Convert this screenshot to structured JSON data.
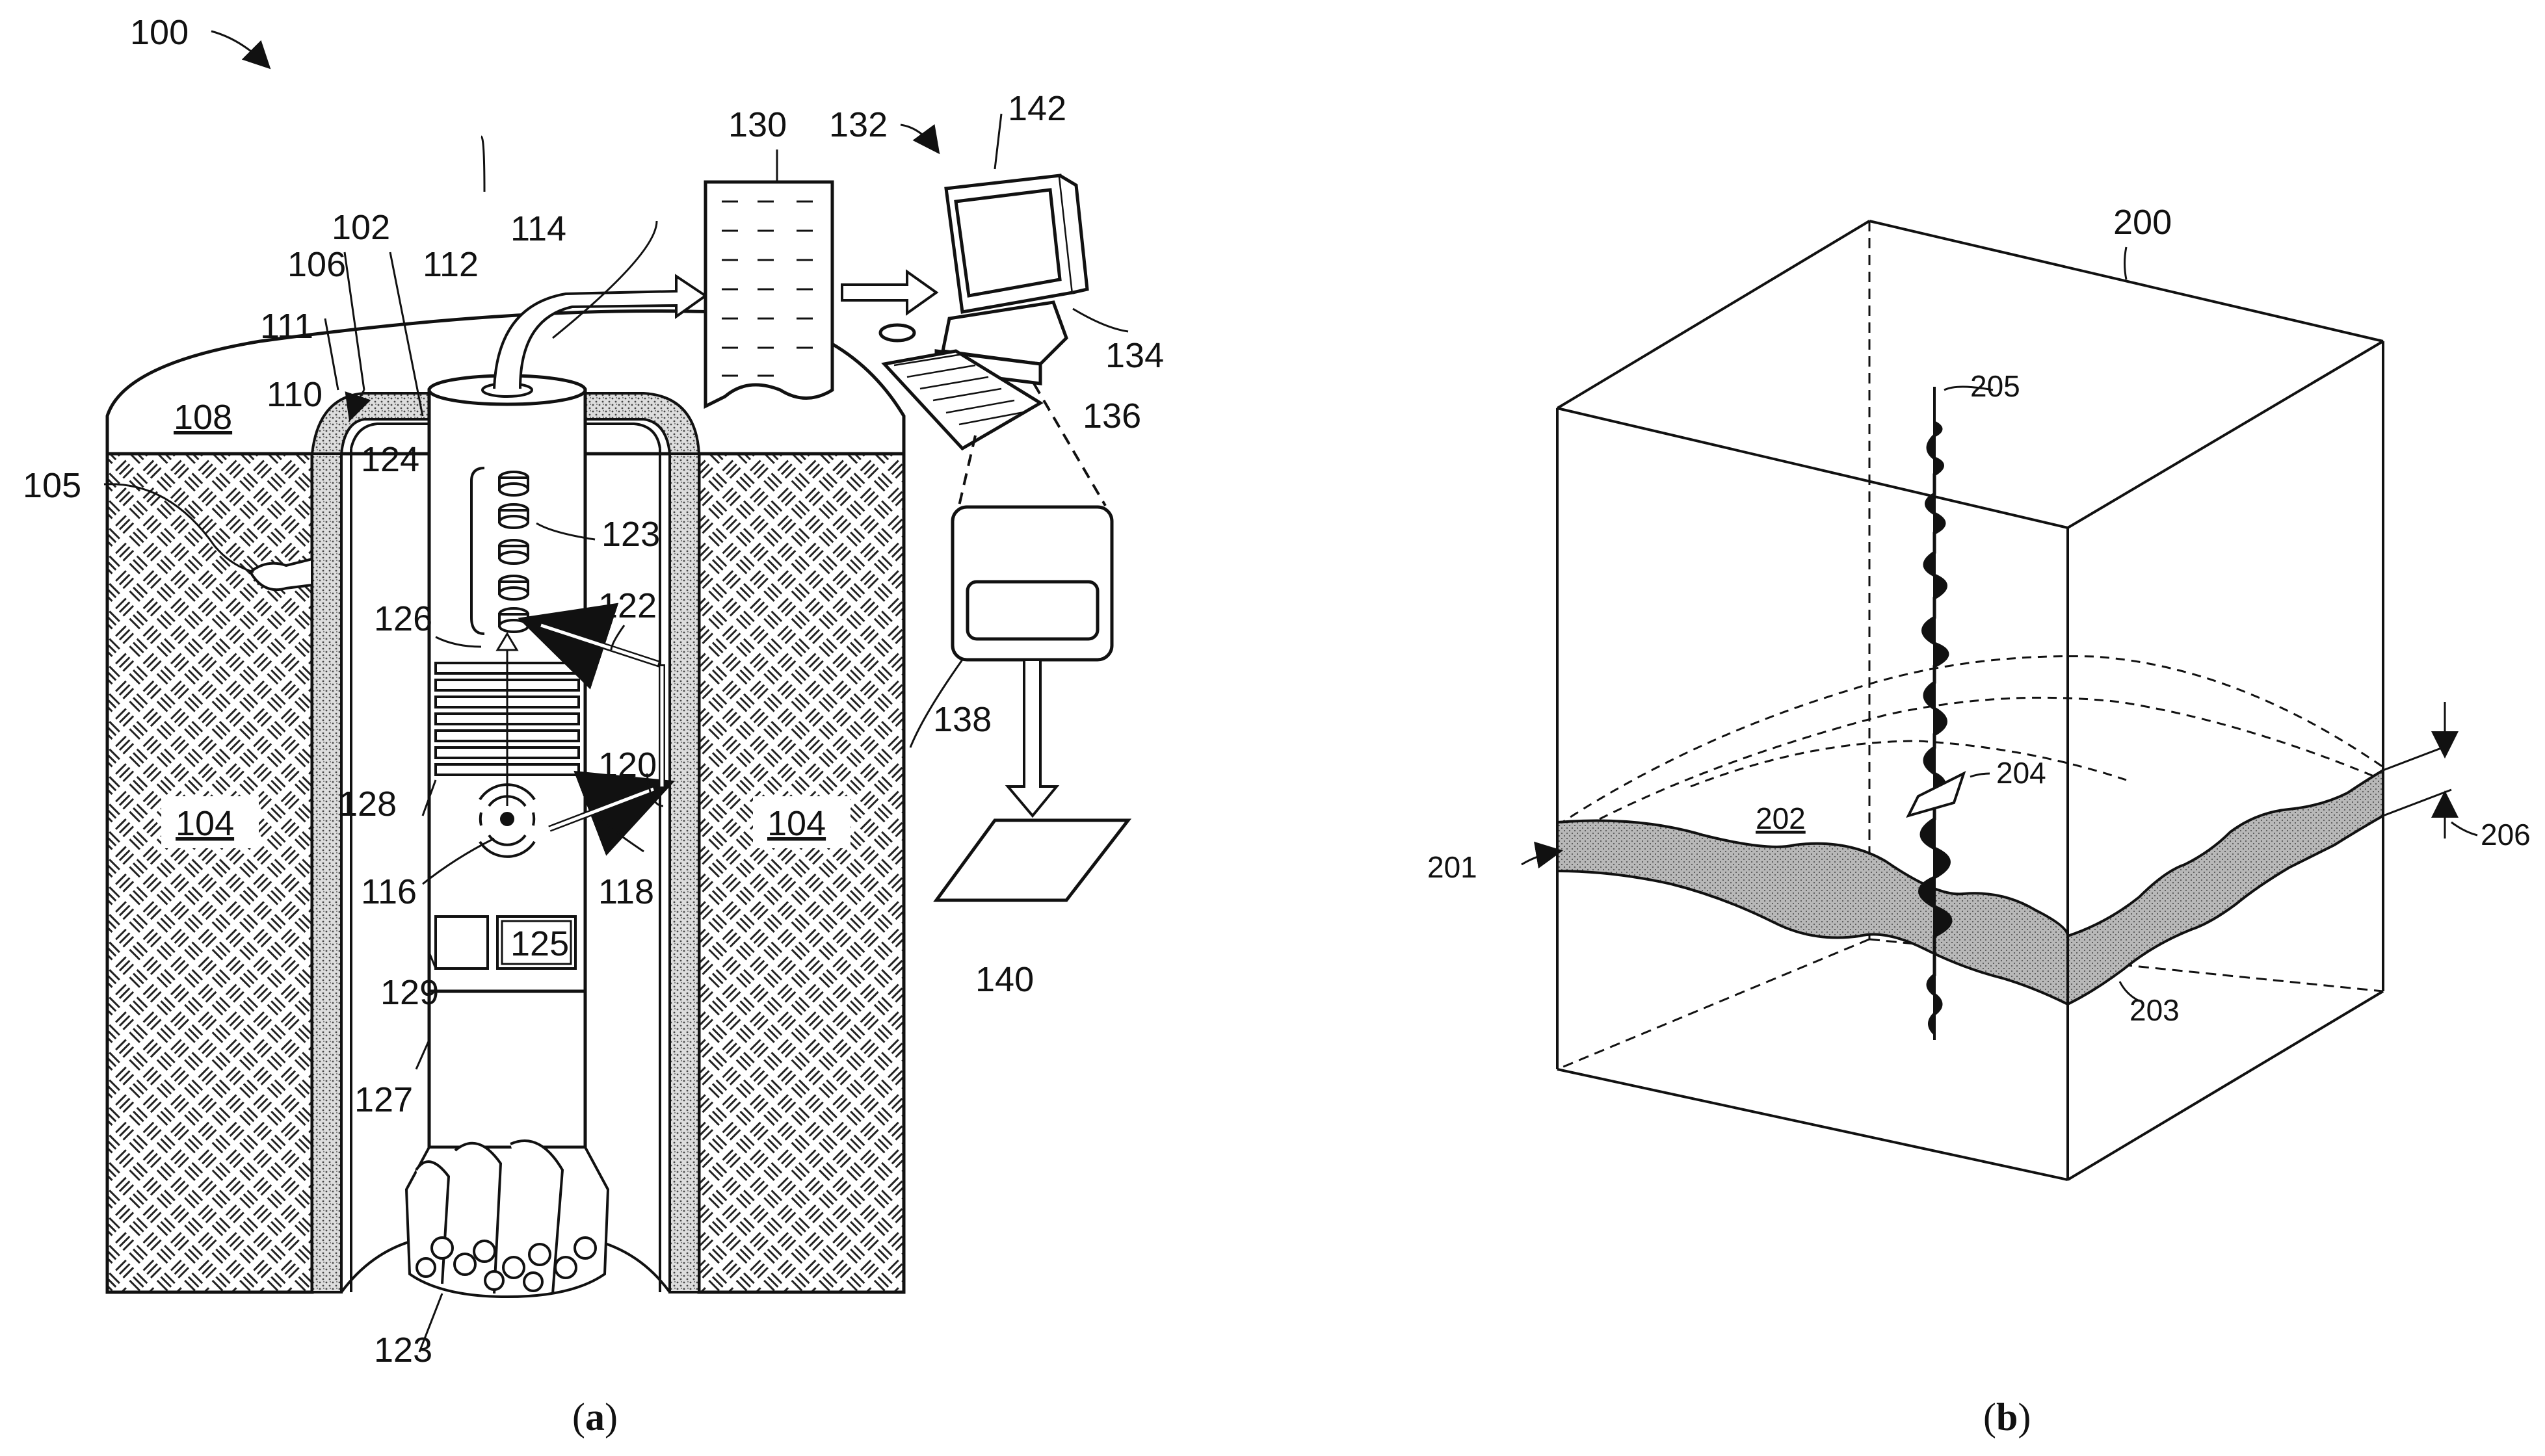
{
  "panel_a": {
    "labels": {
      "l100": "100",
      "l102": "102",
      "l104a": "104",
      "l104b": "104",
      "l105": "105",
      "l106": "106",
      "l108": "108",
      "l110": "110",
      "l111": "111",
      "l112": "112",
      "l114": "114",
      "l116": "116",
      "l118": "118",
      "l120": "120",
      "l122": "122",
      "l123a": "123",
      "l123b": "123",
      "l124": "124",
      "l125": "125",
      "l126": "126",
      "l127": "127",
      "l128": "128",
      "l129": "129",
      "l130": "130",
      "l132": "132",
      "l134": "134",
      "l136": "136",
      "l138": "138",
      "l140": "140",
      "l142": "142"
    },
    "caption_open": "(",
    "caption_letter": "a",
    "caption_close": ")"
  },
  "panel_b": {
    "labels": {
      "l200": "200",
      "l201": "201",
      "l202": "202",
      "l203": "203",
      "l204": "204",
      "l205": "205",
      "l206": "206"
    },
    "caption_open": "(",
    "caption_letter": "b",
    "caption_close": ")"
  },
  "colors": {
    "ink": "#111111",
    "fill": "#ffffff"
  }
}
